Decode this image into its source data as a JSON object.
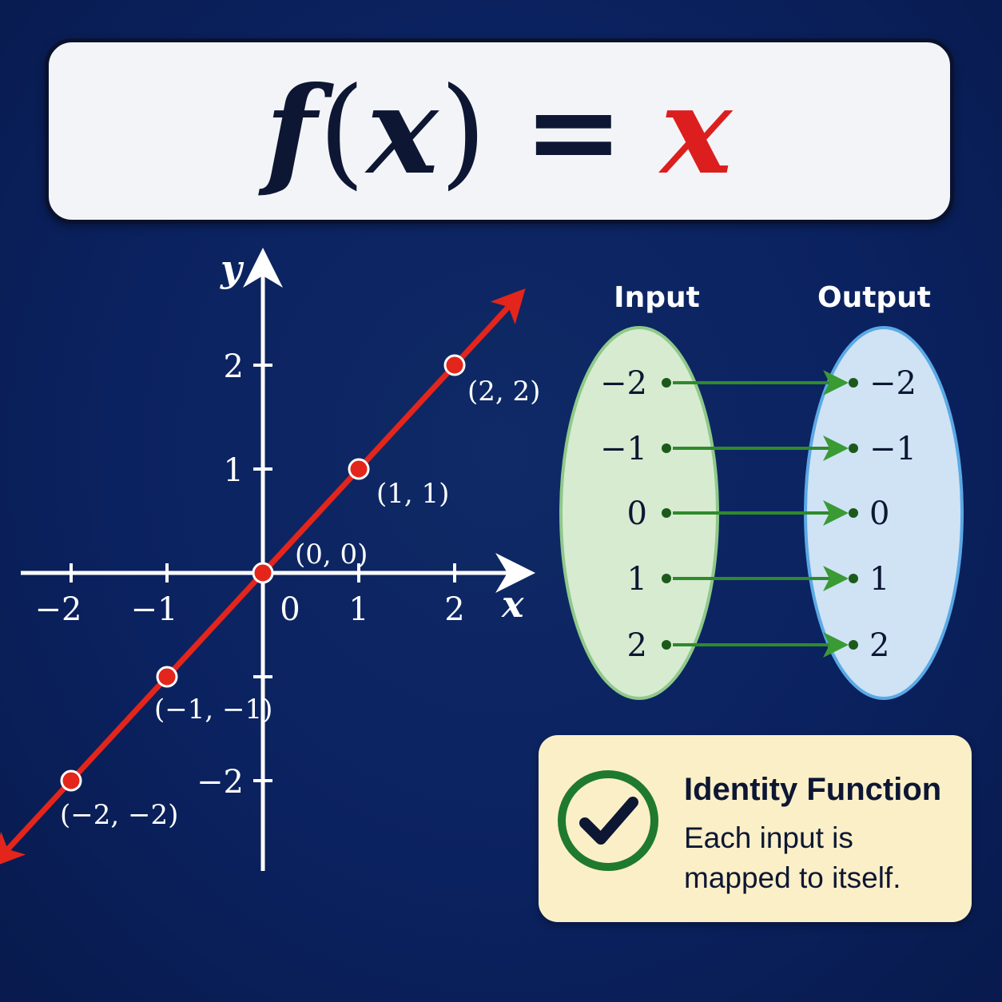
{
  "formula": {
    "func": "f",
    "open_paren": "(",
    "arg": "x",
    "close_paren": ")",
    "equals": "=",
    "rhs": "x"
  },
  "graph": {
    "x_axis_name": "x",
    "y_axis_name": "y",
    "x_ticks": [
      "−2",
      "−1",
      "0",
      "1",
      "2"
    ],
    "y_ticks": [
      "2",
      "1",
      "−2"
    ],
    "points": [
      {
        "x": -2,
        "y": -2,
        "label": "(−2, −2)"
      },
      {
        "x": -1,
        "y": -1,
        "label": "(−1, −1)"
      },
      {
        "x": 0,
        "y": 0,
        "label": "(0, 0)"
      },
      {
        "x": 1,
        "y": 1,
        "label": "(1, 1)"
      },
      {
        "x": 2,
        "y": 2,
        "label": "(2, 2)"
      }
    ],
    "line_color": "#e3251c"
  },
  "mapping": {
    "input_heading": "Input",
    "output_heading": "Output",
    "inputs": [
      "−2",
      "−1",
      "0",
      "1",
      "2"
    ],
    "outputs": [
      "−2",
      "−1",
      "0",
      "1",
      "2"
    ],
    "input_color": "#d7ebd0",
    "output_color": "#cfe3f5",
    "arrow_color": "#2f8a2c"
  },
  "callout": {
    "title": "Identity Function",
    "text": "Each input is mapped to itself.",
    "icon": "check-circle-icon"
  }
}
